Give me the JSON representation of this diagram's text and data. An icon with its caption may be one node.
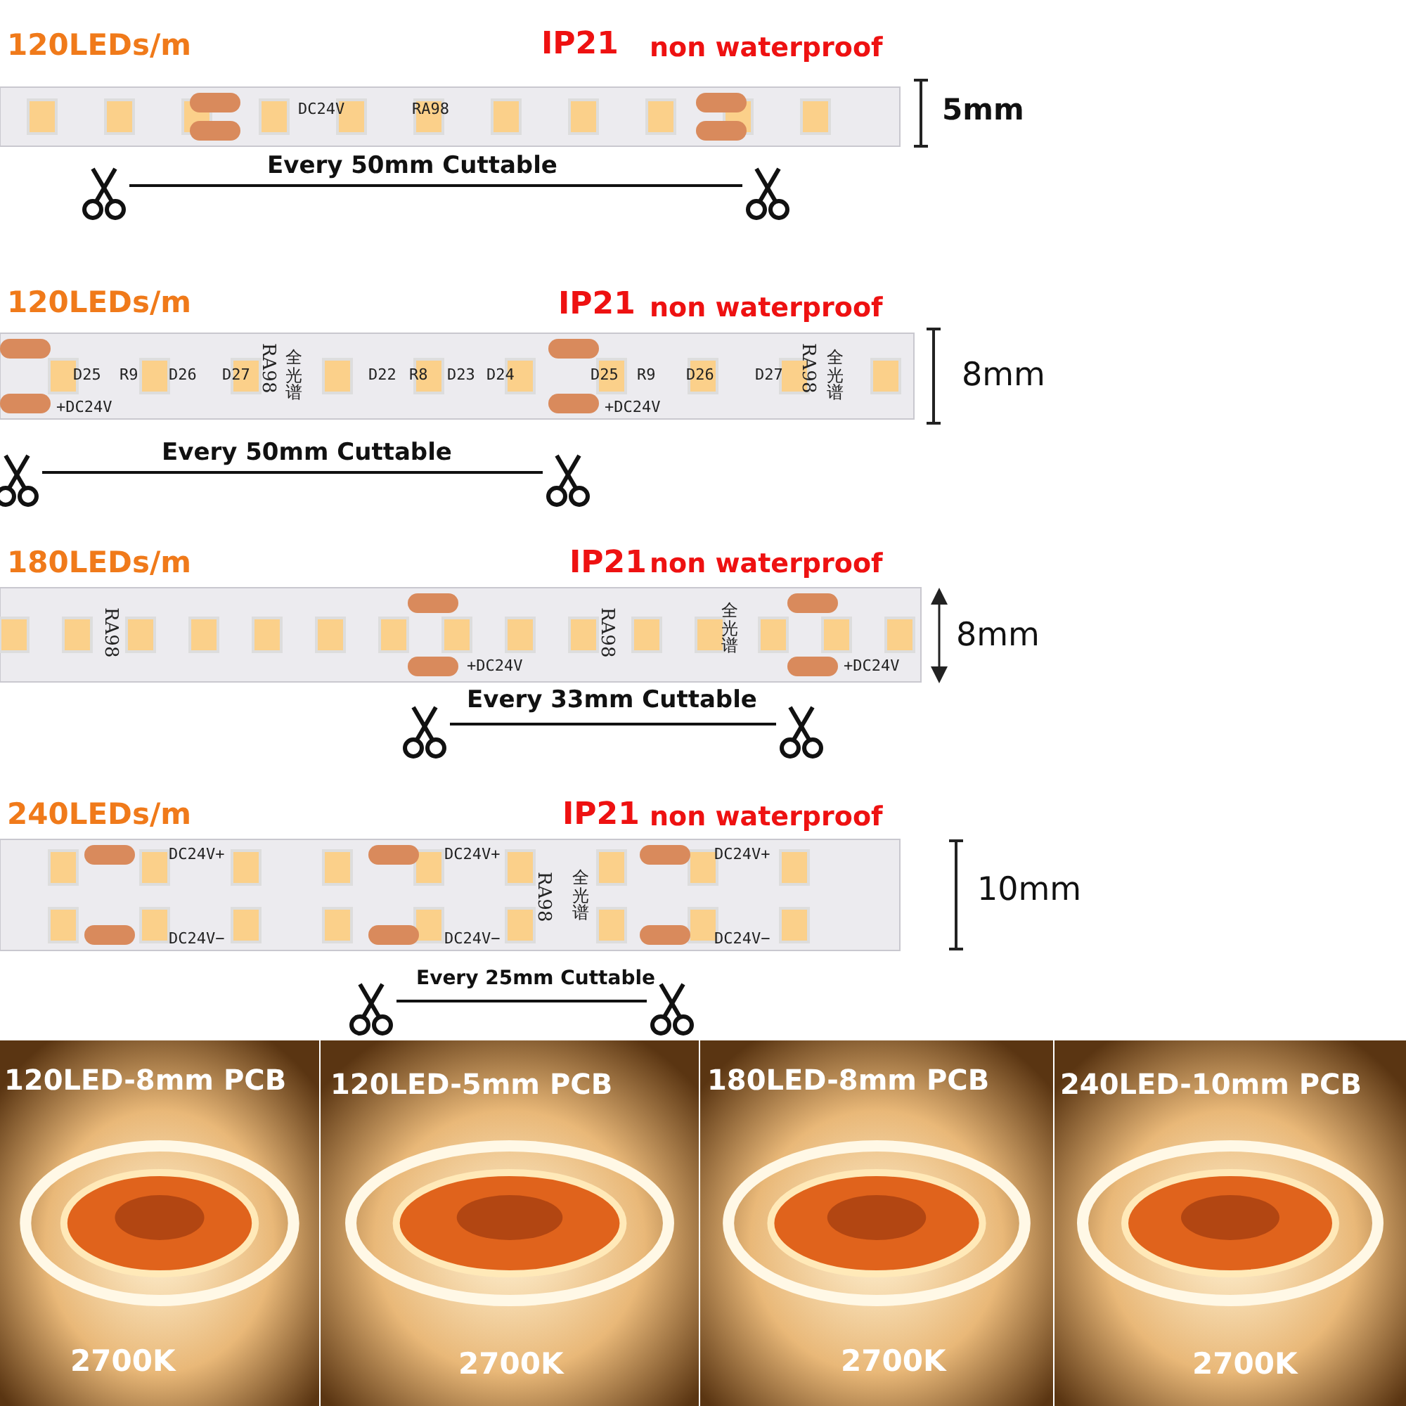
{
  "diagram": {
    "labels": [
      "120LEDs/m",
      "IP21",
      "non waterproof",
      "DC24V",
      "RA98",
      "5mm",
      "Every 50mm Cuttable",
      "120LEDs/m",
      "IP21",
      "non waterproof",
      "D25",
      "R9",
      "D26",
      "D27",
      "RA98",
      "全光谱",
      "D22",
      "R8",
      "D23",
      "D24",
      "+DC24V",
      "D25",
      "R9",
      "D26",
      "D27",
      "RA98",
      "全光谱",
      "+DC24V",
      "8mm",
      "Every 50mm Cuttable",
      "180LEDs/m",
      "IP21",
      "non waterproof",
      "RA98",
      "+DC24V",
      "RA98",
      "全光谱",
      "+DC24V",
      "8mm",
      "Every 33mm Cuttable",
      "240LEDs/m",
      "IP21",
      "non waterproof",
      "DC24V+",
      "DC24V−",
      "DC24V+",
      "DC24V−",
      "RA98",
      "全光谱",
      "DC24V+",
      "DC24V−",
      "10mm",
      "Every 25mm Cuttable",
      "120LED-8mm PCB",
      "120LED-5mm PCB",
      "180LED-8mm PCB",
      "240LED-10mm PCB",
      "2700K",
      "2700K",
      "2700K",
      "2700K"
    ]
  }
}
